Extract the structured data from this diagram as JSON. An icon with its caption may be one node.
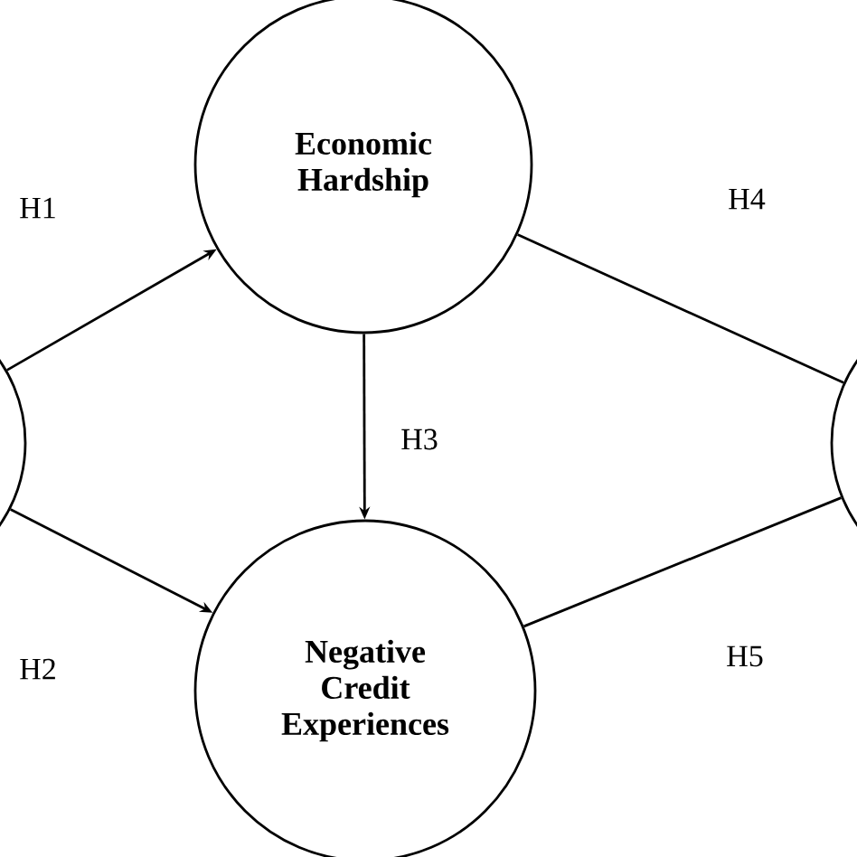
{
  "diagram": {
    "nodes": [
      {
        "text": [],
        "shape": "circle"
      },
      {
        "text": [
          "Economic Hardship"
        ]
      },
      {
        "text": [
          "Negative Credit Experiences"
        ]
      },
      {
        "text": [],
        "shape": "circle"
      }
    ],
    "edges": [
      {
        "from": 0,
        "to": 1,
        "arrow": "to",
        "label": "H1"
      },
      {
        "from": 0,
        "to": 2,
        "arrow": "to",
        "label": "H2"
      },
      {
        "from": 1,
        "to": 2,
        "arrow": "to",
        "label": "H3"
      },
      {
        "from": 1,
        "to": 3,
        "arrow": "none",
        "label": "H4"
      },
      {
        "from": 2,
        "to": 3,
        "arrow": "none",
        "label": "H5"
      }
    ]
  }
}
